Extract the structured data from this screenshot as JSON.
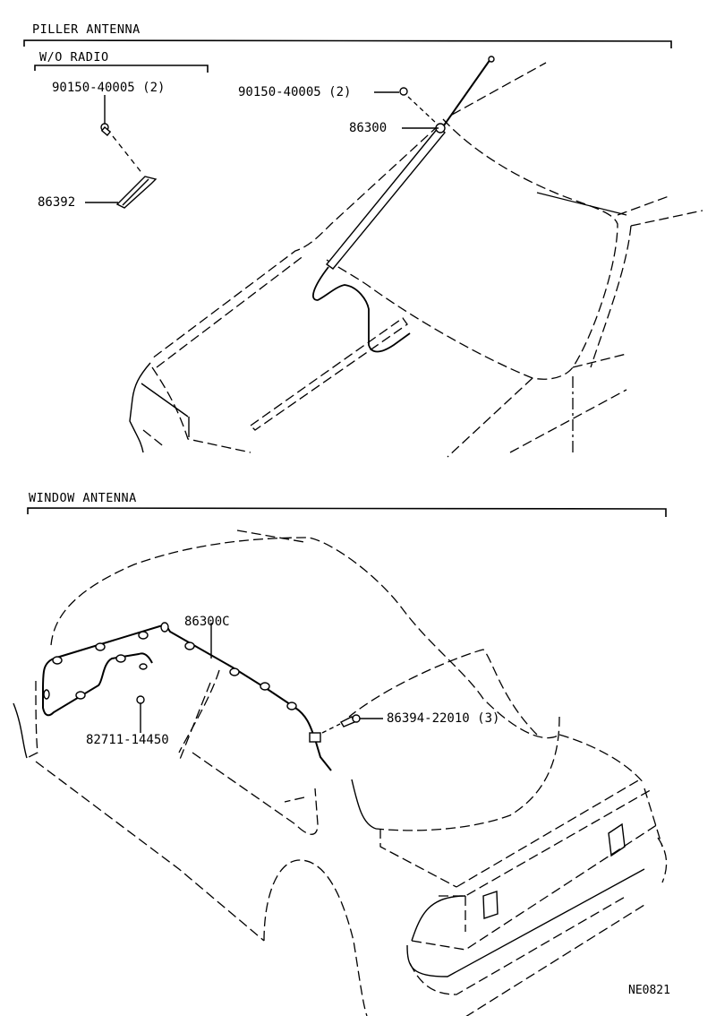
{
  "sections": {
    "piller": {
      "title": "PILLER ANTENNA",
      "subsection_title": "W/O RADIO"
    },
    "window": {
      "title": "WINDOW ANTENNA"
    }
  },
  "callouts": {
    "screw_wo_radio": "90150-40005 (2)",
    "antenna_cover": "86392",
    "screw_piller": "90150-40005 (2)",
    "piller_antenna_assy": "86300",
    "window_antenna_assy": "86300C",
    "clamp": "82711-14450",
    "screw_window": "86394-22010 (3)"
  },
  "drawing_code": "NE0821"
}
